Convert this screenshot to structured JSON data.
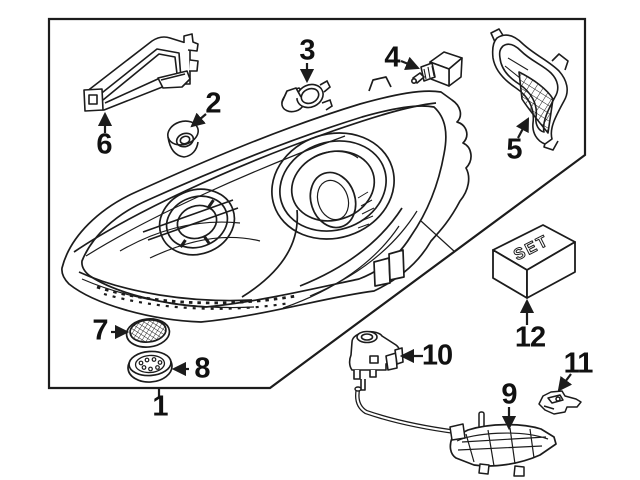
{
  "colors": {
    "background": "#ffffff",
    "line_art": "#1c1c1c",
    "label_text": "#111111"
  },
  "callouts": [
    {
      "label": "1"
    },
    {
      "label": "2"
    },
    {
      "label": "3"
    },
    {
      "label": "4"
    },
    {
      "label": "5"
    },
    {
      "label": "6"
    },
    {
      "label": "7"
    },
    {
      "label": "8"
    },
    {
      "label": "9"
    },
    {
      "label": "10"
    },
    {
      "label": "11"
    },
    {
      "label": "12"
    }
  ],
  "set_box": {
    "label": "SET"
  }
}
